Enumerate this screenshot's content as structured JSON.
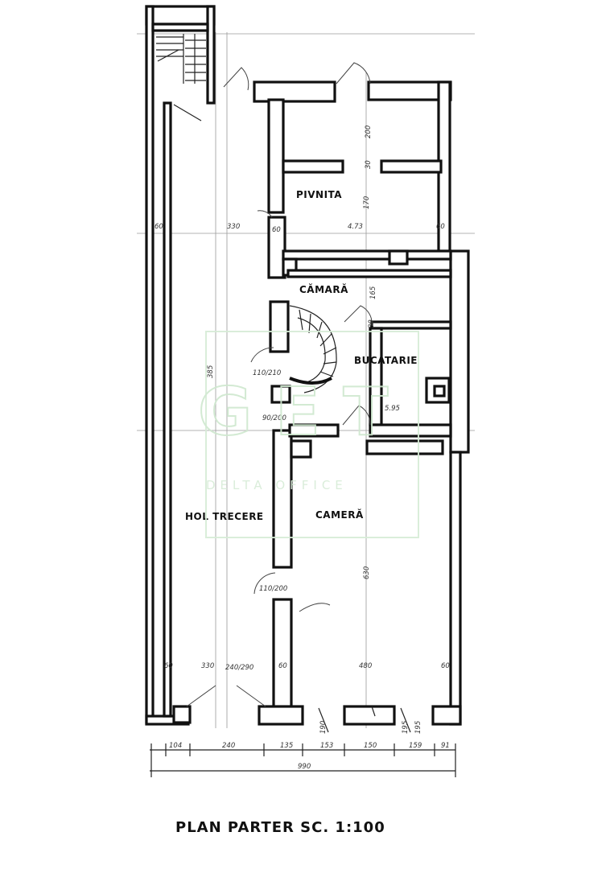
{
  "title": "PLAN PARTER SC. 1:100",
  "rooms": {
    "pivnita": "PIVNITA",
    "camara": "CĂMARĂ",
    "bucatarie": "BUCATARIE",
    "hol": "HOL TRECERE",
    "camera": "CAMERĂ"
  },
  "watermark": {
    "letters": "G E T",
    "subtitle": "DELTA OFFICE"
  },
  "dimensions": {
    "d_60_left_top": "60",
    "d_330_top": "330",
    "d_60_mid_top": "60",
    "d_473": "4.73",
    "d_60_right_top": "60",
    "d_200_pivnita": "200",
    "d_30_pivnita": "30",
    "d_170_pivnita": "170",
    "d_165_camara": "165",
    "d_30_bucatarie": "30",
    "d_385_hol": "385",
    "d_110_210": "110/210",
    "d_90_200": "90/200",
    "d_595": "5.95",
    "d_630": "630",
    "d_110_200_lower": "110/200",
    "d_60_left_bottom": "60",
    "d_330_bottom": "330",
    "d_240_290": "240/290",
    "d_60_mid_bottom": "60",
    "d_480": "480",
    "d_60_right_bottom": "60",
    "d_190_right": "190",
    "d_195": "195",
    "d_195_b": "195",
    "chain_104": "104",
    "chain_240": "240",
    "chain_135": "135",
    "chain_153": "153",
    "chain_150": "150",
    "chain_159": "159",
    "chain_91": "91",
    "total_990": "990"
  }
}
